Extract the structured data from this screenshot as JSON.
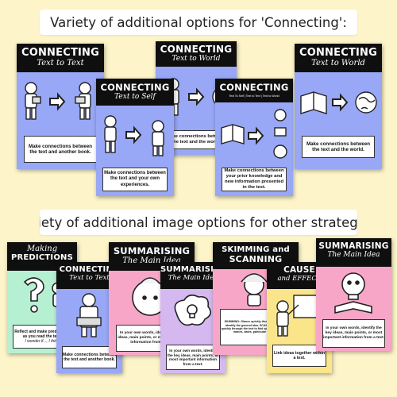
{
  "headings": {
    "top": "Variety of additional options for 'Connecting':",
    "bottom": "Variety of additional image options for other strategies:"
  },
  "colors": {
    "background": "#fdf5c9",
    "header": "#0f0f0f",
    "periwinkle": "#98a7f6",
    "mint": "#b6f0d2",
    "pink": "#f7a6c8",
    "lavender": "#d6b8f0",
    "yellow": "#fbe58b"
  },
  "top_row": [
    {
      "title": "CONNECTING",
      "subtitle": "Text to Text",
      "caption": "Make connections between the text and another book.",
      "color": "#98a7f6"
    },
    {
      "title": "CONNECTING",
      "subtitle": "Text to Self",
      "caption": "Make connections between the text and your own experiences.",
      "color": "#98a7f6"
    },
    {
      "title": "CONNECTING",
      "subtitle": "Text to World",
      "caption": "Make connections between the text and the world.",
      "color": "#98a7f6"
    },
    {
      "title": "CONNECTING",
      "subtitle": "Text To Self | Text to Text | Text to World",
      "caption": "Make connections between your prior knowledge and new information presented in the text.",
      "color": "#98a7f6"
    },
    {
      "title": "CONNECTING",
      "subtitle": "Text to World",
      "caption": "Make connections between the text and the world.",
      "color": "#98a7f6"
    }
  ],
  "bottom_row": [
    {
      "title": "Making",
      "title2": "PREDICTIONS",
      "caption": "Reflect and make predictions as you read the text.",
      "hint": "I wonder if..., I think",
      "color": "#b6f0d2"
    },
    {
      "title": "CONNECTING",
      "subtitle": "Text to Text",
      "caption": "Make connections between the text and another book.",
      "color": "#98a7f6"
    },
    {
      "title": "SUMMARISING",
      "subtitle": "The Main Idea",
      "caption": "In your own words, identify the key ideas, main points, or most important information from a text.",
      "color": "#f7a6c8"
    },
    {
      "title": "SUMMARISING",
      "subtitle": "The Main Idea",
      "caption": "In your own words, identify the key ideas, main points, or most important information from a text.",
      "color": "#d6b8f0"
    },
    {
      "title": "SKIMMING and",
      "title2": "SCANNING",
      "caption": "SKIMMING: Glance quickly through the text to identify the general idea. SCANNING: Glance quickly through the text to find specific details e.g. names, dates, particular content.",
      "color": "#f7a6c8"
    },
    {
      "title": "CAUSE",
      "subtitle": "and EFFECT",
      "caption": "Link ideas together within a text.",
      "color": "#fbe58b"
    },
    {
      "title": "SUMMARISING",
      "subtitle": "The Main Idea",
      "caption": "In your own words, identify the key ideas, main points, or most important information from a text.",
      "color": "#f7a6c8"
    }
  ]
}
